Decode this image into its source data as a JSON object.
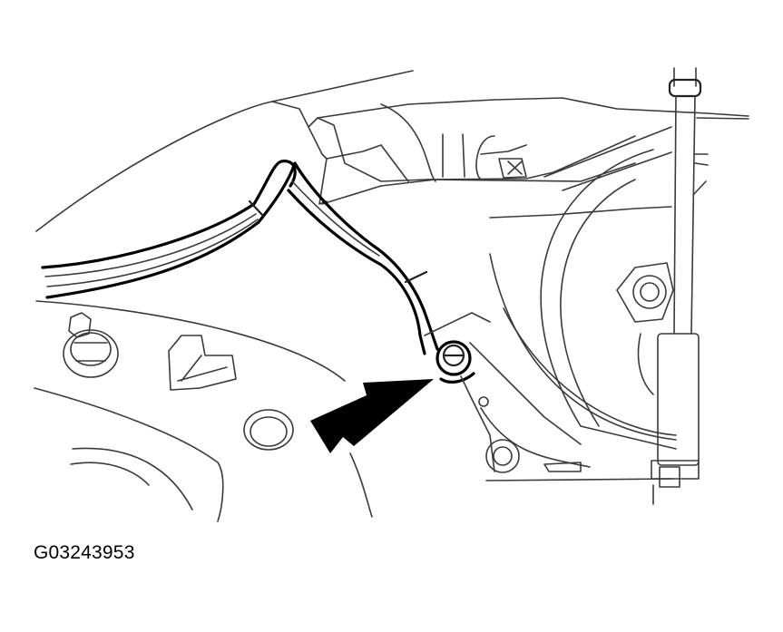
{
  "figure": {
    "description": "Automotive service line drawing: wheel speed sensor harness routed along suspension arm to a bracket bolt indicated by a large arrow; shock absorber at right.",
    "caption_id": "G03243953",
    "callouts": [
      {
        "type": "arrow",
        "points_to": "bracket-bolt",
        "color": "#000000"
      }
    ],
    "colors": {
      "line": "#3a3a3a",
      "heavy_line": "#000000",
      "background": "#ffffff"
    }
  }
}
